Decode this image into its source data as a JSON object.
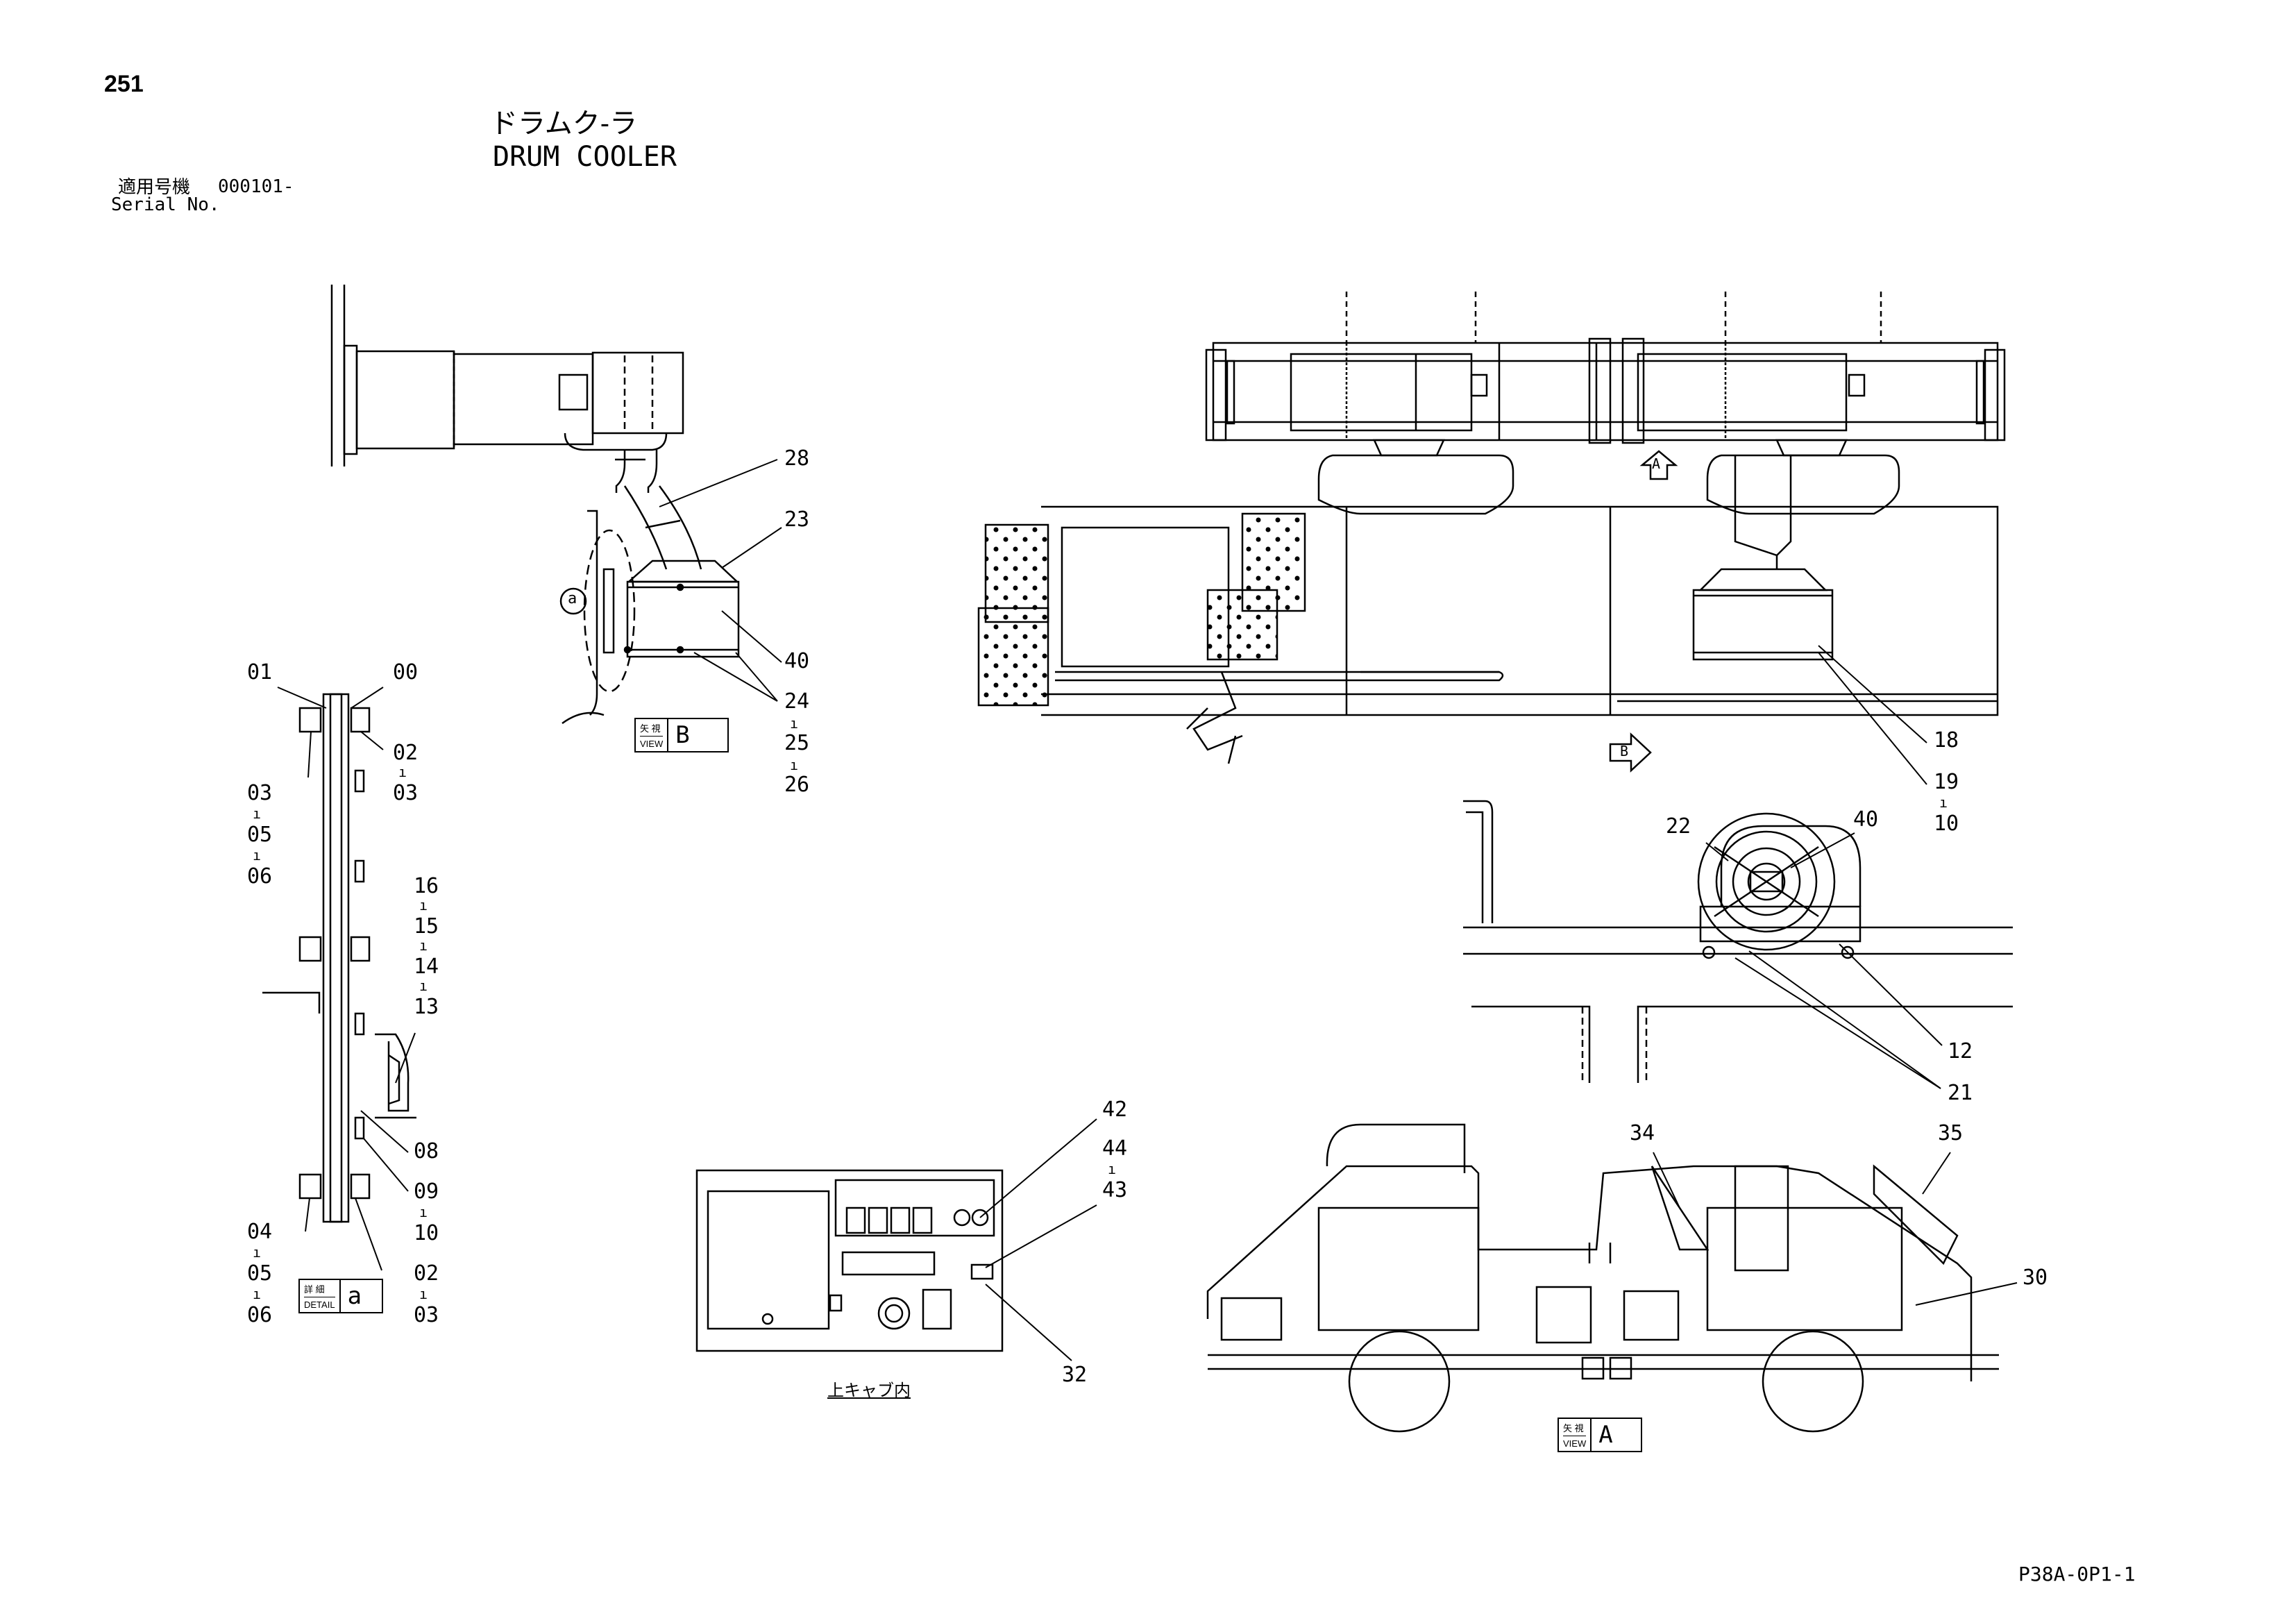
{
  "header": {
    "page_number": "251",
    "title_jp": "ドラムク-ラ",
    "title_en": "DRUM COOLER",
    "serial_label_jp": "適用号機",
    "serial_value": "000101-",
    "serial_label_en": "Serial No."
  },
  "footer": {
    "sheet_code": "P38A-0P1-1"
  },
  "views": {
    "view_b": {
      "label_top": "矢 視",
      "label_bottom": "VIEW",
      "letter": "B"
    },
    "view_a": {
      "label_top": "矢 視",
      "label_bottom": "VIEW",
      "letter": "A"
    },
    "detail_a": {
      "label_top": "詳 細",
      "label_bottom": "DETAIL",
      "letter": "a"
    },
    "cab_caption": "上キャブ内"
  },
  "callouts": {
    "c28": "28",
    "c23": "23",
    "c40a": "40",
    "c24": "24",
    "c25": "25",
    "c26": "26",
    "c01": "01",
    "c00": "00",
    "c02a": "02",
    "c03a": "03",
    "c03b": "03",
    "c05a": "05",
    "c06a": "06",
    "c16": "16",
    "c15": "15",
    "c14": "14",
    "c13": "13",
    "c08": "08",
    "c09": "09",
    "c10a": "10",
    "c04": "04",
    "c02b": "02",
    "c03c": "03",
    "c05b": "05",
    "c06b": "06",
    "c18": "18",
    "c19": "19",
    "c10b": "10",
    "c22": "22",
    "c40b": "40",
    "c12": "12",
    "c21": "21",
    "c42": "42",
    "c44": "44",
    "c43": "43",
    "c32": "32",
    "c34": "34",
    "c35": "35",
    "c30": "30",
    "circle_a": "a",
    "arrow_a": "A",
    "arrow_b": "B"
  }
}
